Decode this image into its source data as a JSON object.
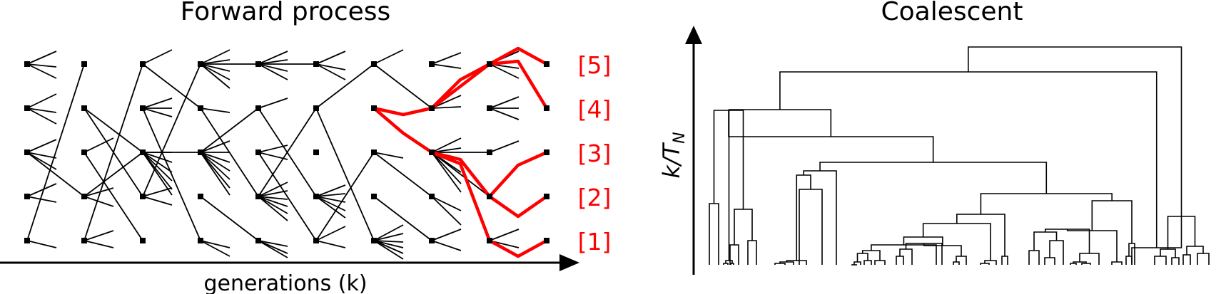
{
  "left_panel": {
    "title": "Forward process",
    "x_axis_label": "generations (k)",
    "row_labels": [
      "[5]",
      "[4]",
      "[3]",
      "[2]",
      "[1]"
    ],
    "highlight_color": "#ff0000",
    "line_color": "#000000"
  },
  "right_panel": {
    "title": "Coalescent",
    "y_axis_label": "k/T",
    "y_axis_label_subscript": "N"
  }
}
